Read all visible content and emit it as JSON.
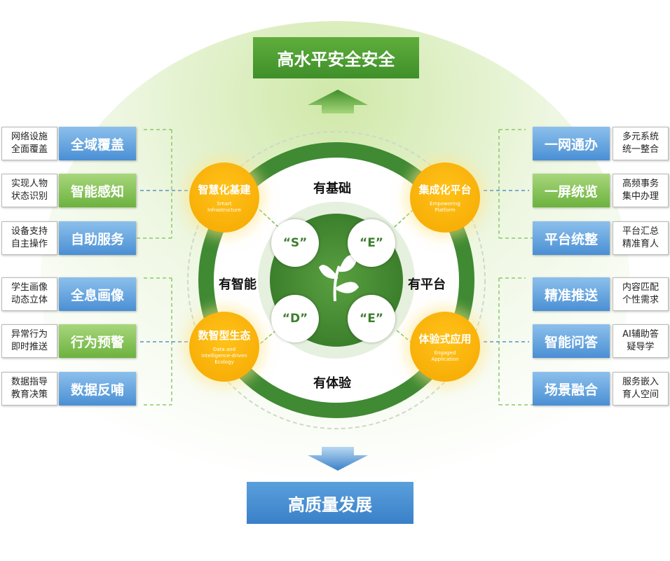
{
  "top_goal": "高水平安全安全",
  "bottom_goal": "高质量发展",
  "colors": {
    "green": "#4a9a30",
    "blue": "#4a8fd4",
    "orange": "#f5a800",
    "ring": "#3f8a33"
  },
  "ring_sections": [
    "有基础",
    "有智能",
    "有平台",
    "有体验"
  ],
  "core_letters": [
    "“S”",
    "“E”",
    "“D”",
    "“E”"
  ],
  "core_icon": "sprout-icon",
  "pillars": [
    {
      "cn": "智慧化基建",
      "en": "Smart\nInfrastructure"
    },
    {
      "cn": "集成化平台",
      "en": "Empowering\nPlatform"
    },
    {
      "cn": "数智型生态",
      "en": "Data and\nIntelligence-driven\nEcology"
    },
    {
      "cn": "体验式应用",
      "en": "Engaged\nApplication"
    }
  ],
  "left_items": [
    {
      "desc": "网络设施\n全面覆盖",
      "tag": "全域覆盖",
      "color": "blue"
    },
    {
      "desc": "实现人物\n状态识别",
      "tag": "智能感知",
      "color": "green"
    },
    {
      "desc": "设备支持\n自主操作",
      "tag": "自助服务",
      "color": "blue"
    },
    {
      "desc": "学生画像\n动态立体",
      "tag": "全息画像",
      "color": "blue"
    },
    {
      "desc": "异常行为\n即时推送",
      "tag": "行为预警",
      "color": "green"
    },
    {
      "desc": "数据指导\n教育决策",
      "tag": "数据反哺",
      "color": "blue"
    }
  ],
  "right_items": [
    {
      "tag": "一网通办",
      "desc": "多元系统\n统一整合",
      "color": "blue"
    },
    {
      "tag": "一屏统览",
      "desc": "高频事务\n集中办理",
      "color": "green"
    },
    {
      "tag": "平台统整",
      "desc": "平台汇总\n精准育人",
      "color": "blue"
    },
    {
      "tag": "精准推送",
      "desc": "内容匹配\n个性需求",
      "color": "blue"
    },
    {
      "tag": "智能问答",
      "desc": "AI辅助答\n疑导学",
      "color": "blue"
    },
    {
      "tag": "场景融合",
      "desc": "服务嵌入\n育人空间",
      "color": "blue"
    }
  ]
}
